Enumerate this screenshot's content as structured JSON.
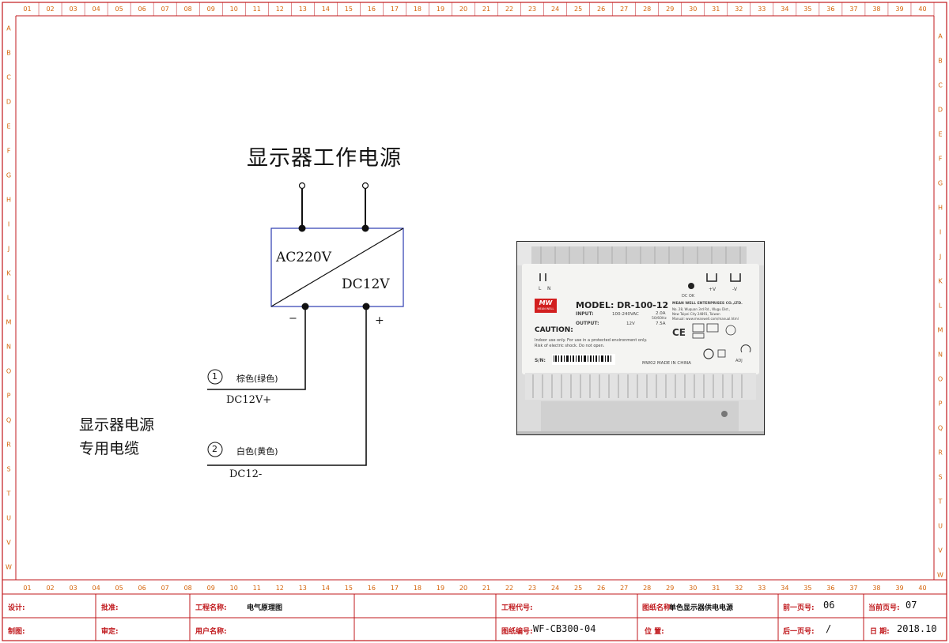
{
  "diagram": {
    "title": "显示器工作电源",
    "input_label": "AC220V",
    "output_label": "DC12V",
    "minus_sign": "−",
    "plus_sign": "+",
    "wires": [
      {
        "number": "1",
        "color_label": "棕色(绿色)",
        "signal": "DC12V+"
      },
      {
        "number": "2",
        "color_label": "白色(黄色)",
        "signal": "DC12-"
      }
    ],
    "cable_label_line1": "显示器电源",
    "cable_label_line2": "专用电缆"
  },
  "photo": {
    "brand_text": "MW",
    "brand_sub": "MEAN WELL",
    "model": "MODEL: DR-100-12",
    "input_label": "INPUT:",
    "input_value": "100-240VAC",
    "input_current": "2.0A",
    "input_freq": "50/60Hz",
    "output_label": "OUTPUT:",
    "output_value": "12V",
    "output_current": "7.5A",
    "caution": "CAUTION:",
    "caution_text1": "Indoor use only. For use in a protected environment only.",
    "caution_text2": "Risk of electric shock. Do not open.",
    "company1": "MEAN WELL ENTERPRISES CO.,LTD.",
    "company2": "No. 28, Wuquan 3rd Rd., Wugu Dist.,",
    "company3": "New Taipei City 24891, Taiwan",
    "company4": "Manual: www.meanwell.com/manual.html",
    "sn_label": "S/N:",
    "made_in": "MW02  MADE IN CHINA",
    "terminal_l": "L",
    "terminal_n": "N",
    "dc_ok": "DC OK",
    "plus_v": "+V",
    "minus_v": "-V",
    "adj": "ADJ",
    "ce": "CE"
  },
  "title_block": {
    "designer_label": "设计:",
    "approver_label": "批准:",
    "project_name_label": "工程名称:",
    "project_name_value": "电气原理图",
    "project_code_label": "工程代号:",
    "drawing_name_label": "图纸名称:",
    "drawing_name_value": "单色显示器供电电源",
    "prev_page_label": "前一页号:",
    "prev_page_value": "06",
    "current_page_label": "当前页号:",
    "current_page_value": "07",
    "drafter_label": "制图:",
    "reviewer_label": "审定:",
    "user_name_label": "用户名称:",
    "drawing_no_label": "图纸编号:",
    "drawing_no_value": "WF-CB300-04",
    "position_label": "位  置:",
    "next_page_label": "后一页号:",
    "next_page_value": "/",
    "date_label": "日  期:",
    "date_value": "2018.10"
  },
  "ruler": {
    "top_numbers": [
      "01",
      "02",
      "03",
      "04",
      "05",
      "06",
      "07",
      "08",
      "09",
      "10",
      "11",
      "12",
      "13",
      "14",
      "15",
      "16",
      "17",
      "18",
      "19",
      "20",
      "21",
      "22",
      "23",
      "24",
      "25",
      "26",
      "27",
      "28",
      "29",
      "30",
      "31",
      "32",
      "33",
      "34",
      "35",
      "36",
      "37",
      "38",
      "39",
      "40"
    ],
    "bottom_numbers": [
      "01",
      "02",
      "03",
      "04",
      "05",
      "06",
      "07",
      "08",
      "09",
      "10",
      "11",
      "12",
      "13",
      "14",
      "15",
      "16",
      "17",
      "18",
      "19",
      "20",
      "21",
      "22",
      "23",
      "24",
      "25",
      "26",
      "27",
      "28",
      "29",
      "30",
      "31",
      "32",
      "33",
      "34",
      "35",
      "36",
      "37",
      "38",
      "39",
      "40"
    ],
    "left_letters": [
      "A",
      "B",
      "C",
      "D",
      "E",
      "F",
      "G",
      "H",
      "I",
      "J",
      "K",
      "L",
      "M",
      "N",
      "O",
      "P",
      "Q",
      "R",
      "S",
      "T",
      "U",
      "V",
      "W"
    ],
    "right_letters": [
      "A",
      "B",
      "C",
      "D",
      "E",
      "F",
      "G",
      "H",
      "I",
      "J",
      "K",
      "L",
      "M",
      "N",
      "O",
      "P",
      "Q",
      "R",
      "S",
      "T",
      "U",
      "V",
      "W"
    ]
  },
  "colors": {
    "frame": "#c0181c",
    "ruler_text": "#d4640a",
    "box_blue": "#2b3bb0",
    "brand_red": "#d21f1f"
  }
}
